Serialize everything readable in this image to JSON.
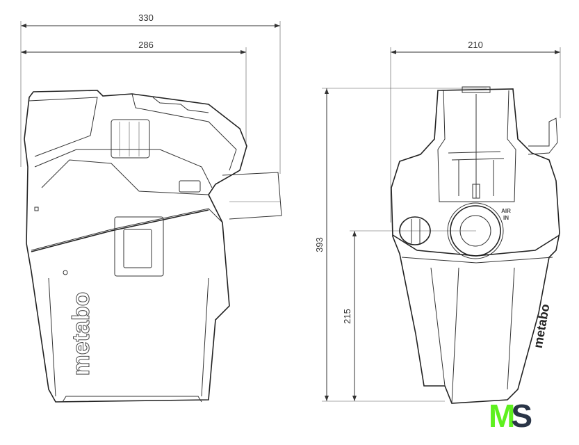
{
  "dimensions": {
    "overall_length": "330",
    "body_length": "286",
    "width": "210",
    "height": "393",
    "inlet_height": "215"
  },
  "labels": {
    "brand_side": "metabo",
    "brand_front": "metabo",
    "air_in_1": "AIR",
    "air_in_2": "IN"
  },
  "logo": {
    "m": "M",
    "s": "S",
    "m_color": "#5ef01e",
    "s_color": "#2a3547"
  }
}
